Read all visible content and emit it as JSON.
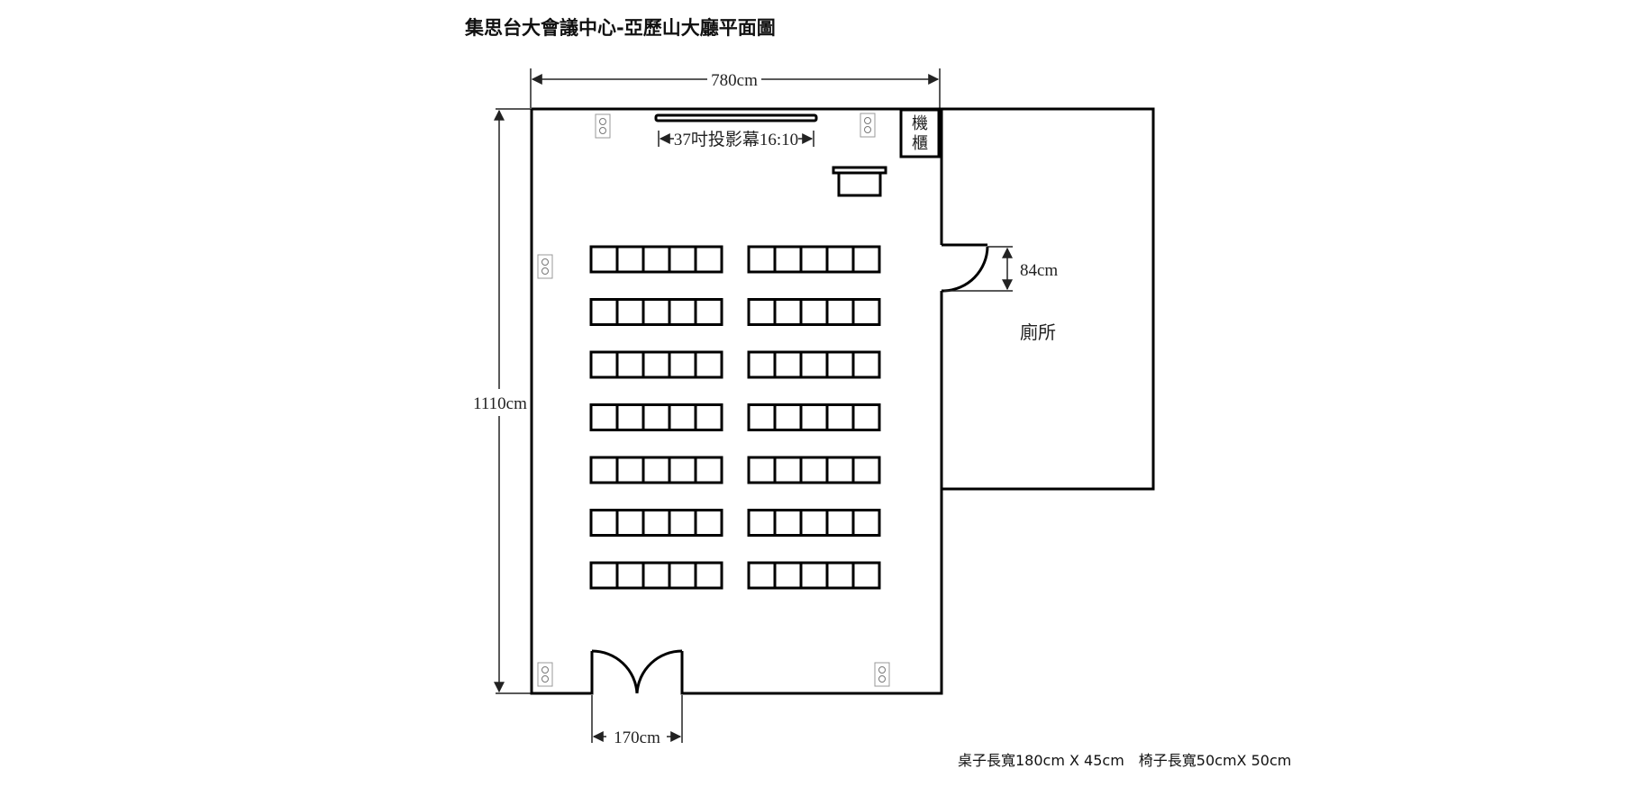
{
  "title": "集思台大會議中心-亞歷山大廳平面圖",
  "dimensions": {
    "width": "780cm",
    "height": "1110cm",
    "door_width": "170cm",
    "restroom_door": "84cm"
  },
  "labels": {
    "screen": "37吋投影幕16:10",
    "rack_line1": "機",
    "rack_line2": "櫃",
    "restroom": "廁所"
  },
  "note": "桌子長寬180cm X 45cm　椅子長寬50cmX 50cm",
  "layout": {
    "desk_rows": 7,
    "desk_columns": 2,
    "seats_per_desk": 5
  },
  "icons": [
    "power-outlet-icon",
    "double-door-icon",
    "restroom-door-icon",
    "podium-icon",
    "projection-screen-icon"
  ]
}
